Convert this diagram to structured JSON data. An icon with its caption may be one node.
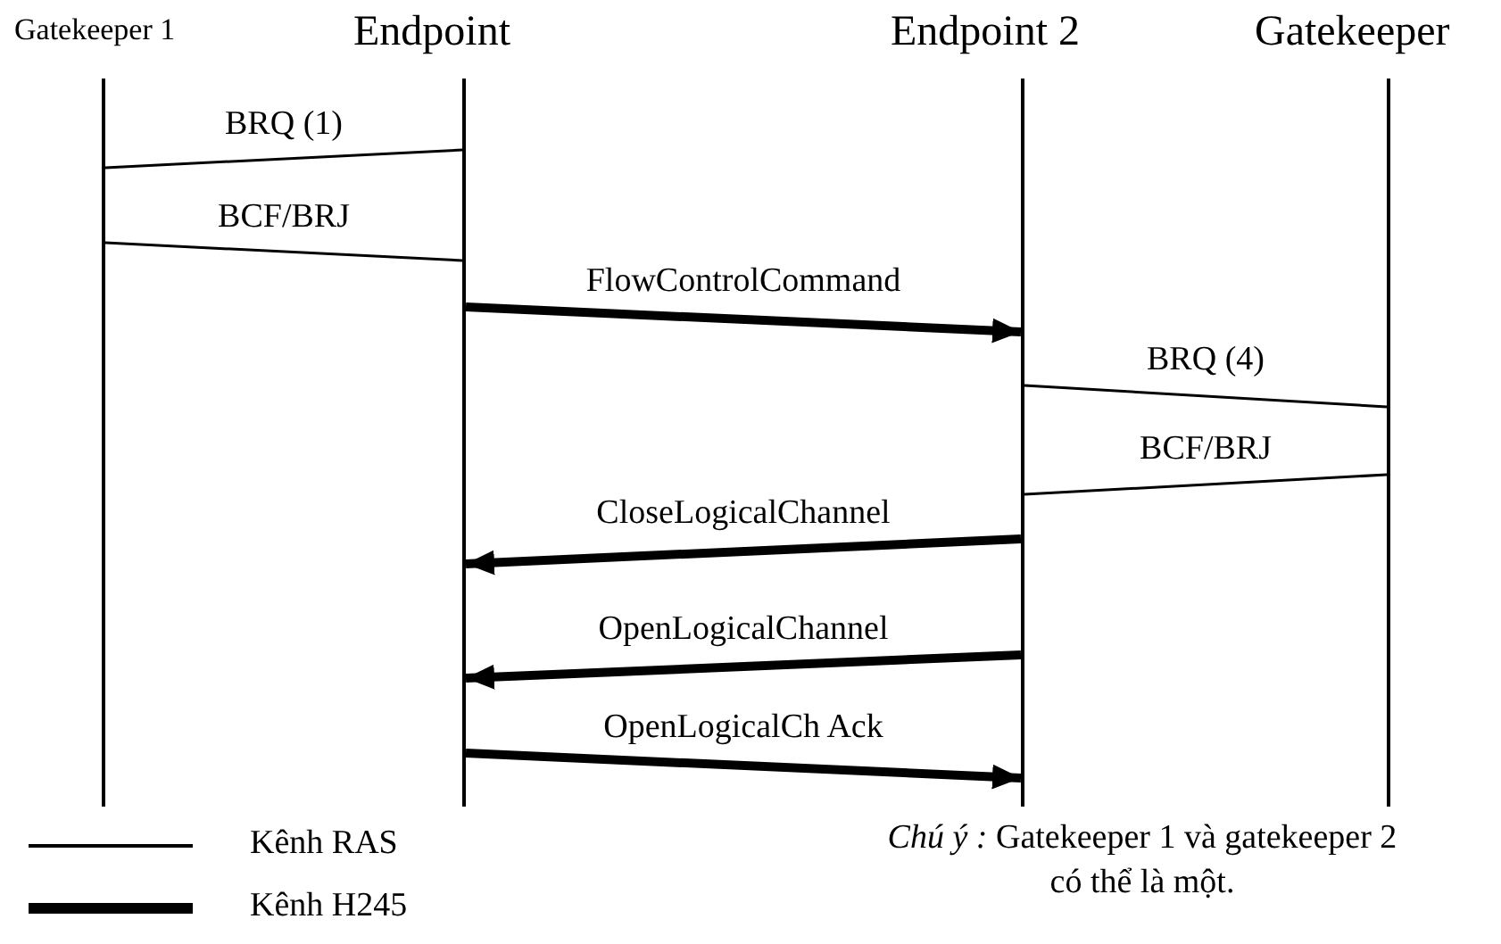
{
  "diagram": {
    "nodes": [
      {
        "text": [
          "Gatekeeper 1"
        ]
      },
      {
        "text": [
          "Endpoint"
        ]
      },
      {
        "text": [
          "Endpoint 2"
        ]
      },
      {
        "text": [
          "Gatekeeper"
        ]
      }
    ],
    "edges": [
      {
        "from": 1,
        "to": 0,
        "arrow": "none",
        "label": "BRQ (1)"
      },
      {
        "from": 0,
        "to": 1,
        "arrow": "none",
        "label": "BCF/BRJ"
      },
      {
        "from": 1,
        "to": 2,
        "arrow": "to",
        "label": "FlowControlCommand",
        "style": "thick"
      },
      {
        "from": 2,
        "to": 3,
        "arrow": "none",
        "label": "BRQ (4)"
      },
      {
        "from": 3,
        "to": 2,
        "arrow": "none",
        "label": "BCF/BRJ"
      },
      {
        "from": 2,
        "to": 1,
        "arrow": "to",
        "label": "CloseLogicalChannel",
        "style": "thick"
      },
      {
        "from": 2,
        "to": 1,
        "arrow": "to",
        "label": "OpenLogicalChannel",
        "style": "thick"
      },
      {
        "from": 1,
        "to": 2,
        "arrow": "to",
        "label": "OpenLogicalCh Ack",
        "style": "thick"
      }
    ],
    "labels": [
      "*Chú ý :* Gatekeeper 1 và gatekeeper 2 có thể là một."
    ],
    "legend": [
      {
        "text": "Kênh RAS"
      },
      {
        "text": "Kênh H245"
      }
    ]
  }
}
